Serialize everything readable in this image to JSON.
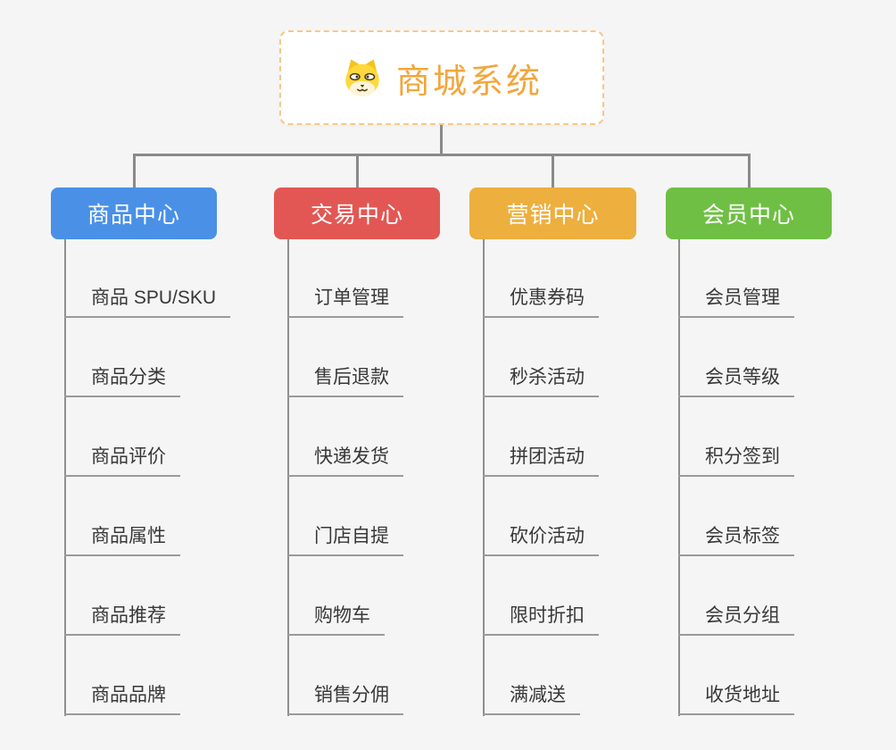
{
  "canvas": {
    "background_color": "#F5F5F5",
    "connector_color": "#8A8A8A"
  },
  "root": {
    "title": "商城系统",
    "icon": "dog-face-icon",
    "text_color": "#F2A63C",
    "border_color": "#F7C886",
    "background_color": "#FFFFFF"
  },
  "branches": [
    {
      "label": "商品中心",
      "color": "#4A90E6",
      "items": [
        "商品 SPU/SKU",
        "商品分类",
        "商品评价",
        "商品属性",
        "商品推荐",
        "商品品牌"
      ]
    },
    {
      "label": "交易中心",
      "color": "#E25754",
      "items": [
        "订单管理",
        "售后退款",
        "快递发货",
        "门店自提",
        "购物车",
        "销售分佣"
      ]
    },
    {
      "label": "营销中心",
      "color": "#EDAF3E",
      "items": [
        "优惠券码",
        "秒杀活动",
        "拼团活动",
        "砍价活动",
        "限时折扣",
        "满减送"
      ]
    },
    {
      "label": "会员中心",
      "color": "#6FBF44",
      "items": [
        "会员管理",
        "会员等级",
        "积分签到",
        "会员标签",
        "会员分组",
        "收货地址"
      ]
    }
  ]
}
